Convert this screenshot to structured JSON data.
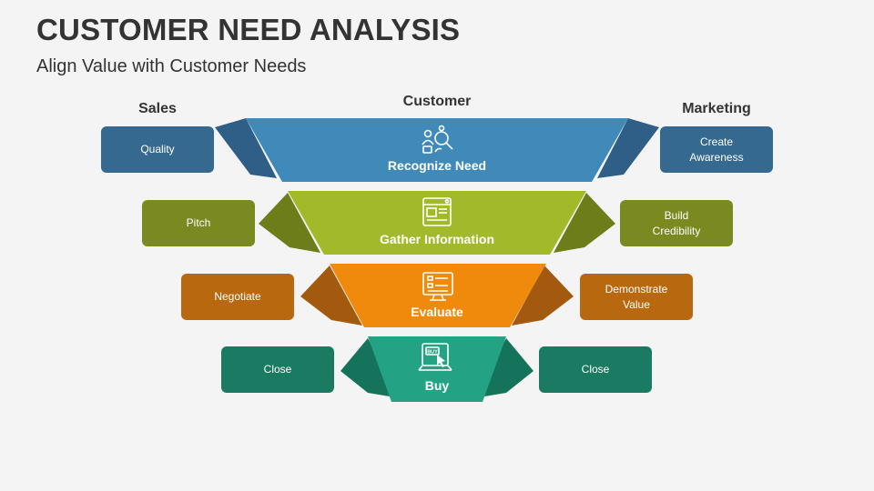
{
  "header": {
    "title": "CUSTOMER NEED ANALYSIS",
    "subtitle": "Align Value with Customer Needs"
  },
  "columns": {
    "left": "Sales",
    "center": "Customer",
    "right": "Marketing"
  },
  "stages": [
    {
      "label": "Recognize Need",
      "icon": "magnifier-person-icon",
      "color": "#3f8ab8",
      "wing_color": "#2f5f86",
      "box_color": "#35698f",
      "left_box": "Quality",
      "right_box": "Create\nAwareness"
    },
    {
      "label": "Gather Information",
      "icon": "website-form-icon",
      "color": "#a2b92a",
      "wing_color": "#6c7d19",
      "box_color": "#7a8a20",
      "left_box": "Pitch",
      "right_box": "Build\nCredibility"
    },
    {
      "label": "Evaluate",
      "icon": "checklist-monitor-icon",
      "color": "#f08a0c",
      "wing_color": "#a45a0e",
      "box_color": "#b8680f",
      "left_box": "Negotiate",
      "right_box": "Demonstrate\nValue"
    },
    {
      "label": "Buy",
      "icon": "buy-button-laptop-icon",
      "color": "#23a384",
      "wing_color": "#15735c",
      "box_color": "#1a7a62",
      "left_box": "Close",
      "right_box": "Close"
    }
  ]
}
